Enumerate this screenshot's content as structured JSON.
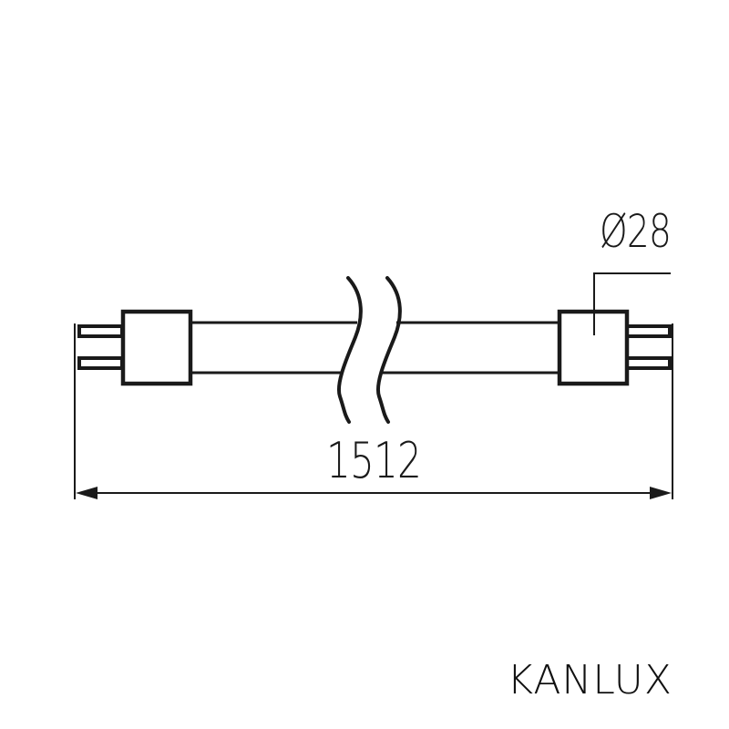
{
  "drawing": {
    "subject": "linear fluorescent tube (T8/G13 style) technical drawing",
    "dimensions": {
      "length": "1512",
      "diameter": "Ø28"
    },
    "brand": "KANLUX",
    "colors": {
      "line": "#1a1a1a",
      "background": "#ffffff"
    }
  }
}
